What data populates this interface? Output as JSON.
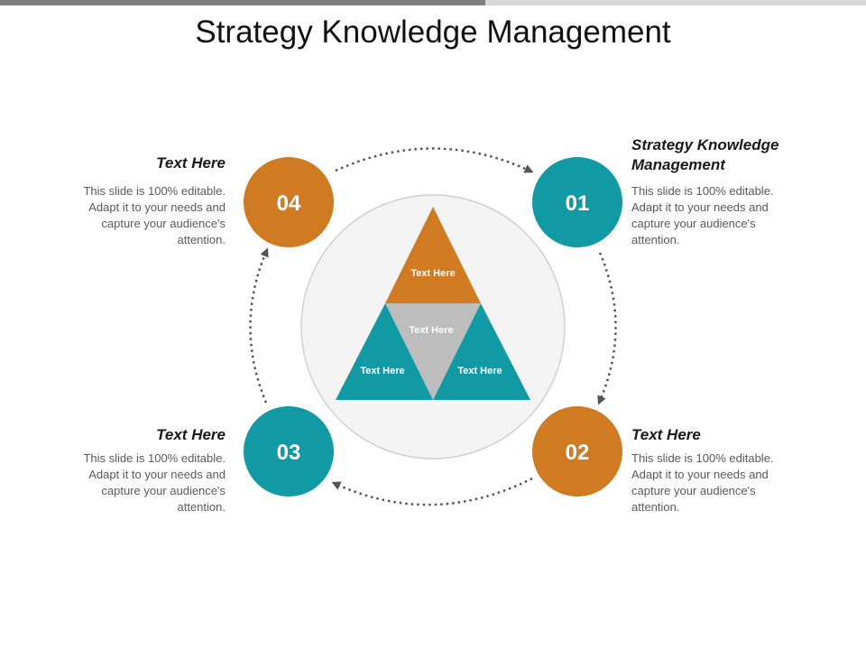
{
  "title": "Strategy Knowledge Management",
  "colors": {
    "orange": "#d07a22",
    "teal": "#129aa4",
    "gray_triangle": "#bdbdbd",
    "circle_fill": "#f4f4f4",
    "arrow": "#555555"
  },
  "steps": [
    {
      "number": "01",
      "heading": "Strategy Knowledge Management",
      "body": "This slide is 100% editable. Adapt it to your needs and capture your audience's attention."
    },
    {
      "number": "02",
      "heading": "Text Here",
      "body": "This slide is 100% editable. Adapt it to your needs and capture your audience's attention."
    },
    {
      "number": "03",
      "heading": "Text Here",
      "body": "This slide is 100% editable. Adapt it to your needs and capture your audience's attention."
    },
    {
      "number": "04",
      "heading": "Text Here",
      "body": "This slide is 100% editable. Adapt it to your needs and capture your audience's attention."
    }
  ],
  "triangles": {
    "top": "Text Here",
    "center": "Text Here",
    "bottom_left": "Text Here",
    "bottom_right": "Text Here"
  }
}
